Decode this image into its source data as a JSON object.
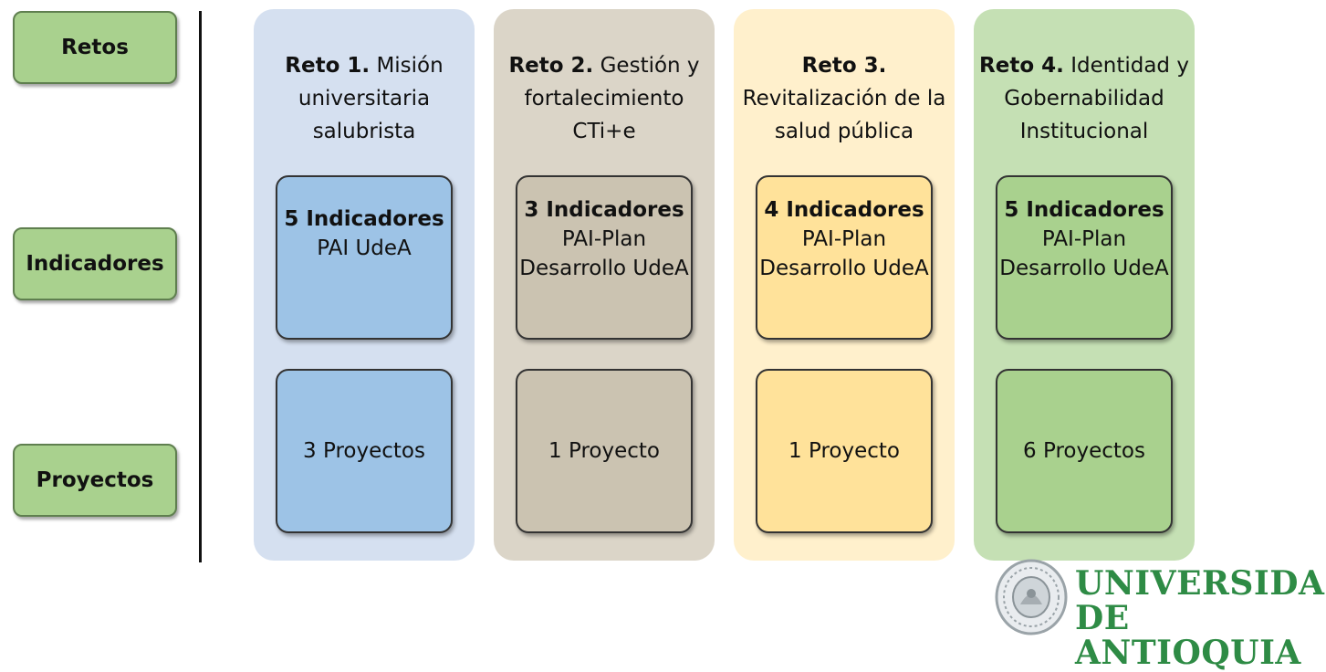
{
  "side": {
    "retos": "Retos",
    "indicadores": "Indicadores",
    "proyectos": "Proyectos"
  },
  "columns": [
    {
      "title_bold": "Reto 1.",
      "title_rest": " Misión universitaria salubrista",
      "ind_strong": "5 Indicadores",
      "ind_sub": "PAI UdeA",
      "proyectos": "3 Proyectos",
      "colors": {
        "bg": "#d5e0f0",
        "card": "#9dc3e6"
      }
    },
    {
      "title_bold": "Reto 2.",
      "title_rest": " Gestión y fortalecimiento CTi+e",
      "ind_strong": "3 Indicadores",
      "ind_sub": "PAI-Plan Desarrollo UdeA",
      "proyectos": "1 Proyecto",
      "colors": {
        "bg": "#dbd5c8",
        "card": "#cbc3b1"
      }
    },
    {
      "title_bold": "Reto 3.",
      "title_rest": " Revitalización de la salud pública",
      "ind_strong": "4 Indicadores",
      "ind_sub": "PAI-Plan Desarrollo UdeA",
      "proyectos": "1 Proyecto",
      "colors": {
        "bg": "#fff0cc",
        "card": "#ffe29a"
      }
    },
    {
      "title_bold": "Reto 4.",
      "title_rest": " Identidad y Gobernabilidad Institucional",
      "ind_strong": "5 Indicadores",
      "ind_sub": "PAI-Plan Desarrollo UdeA",
      "proyectos": "6 Proyectos",
      "colors": {
        "bg": "#c5e0b4",
        "card": "#a9d18e"
      }
    }
  ],
  "logo": {
    "line1": "UNIVERSIDAD",
    "line2": "DE ANTIOQUIA",
    "color": "#2e8b45",
    "icon": "seal-icon"
  }
}
